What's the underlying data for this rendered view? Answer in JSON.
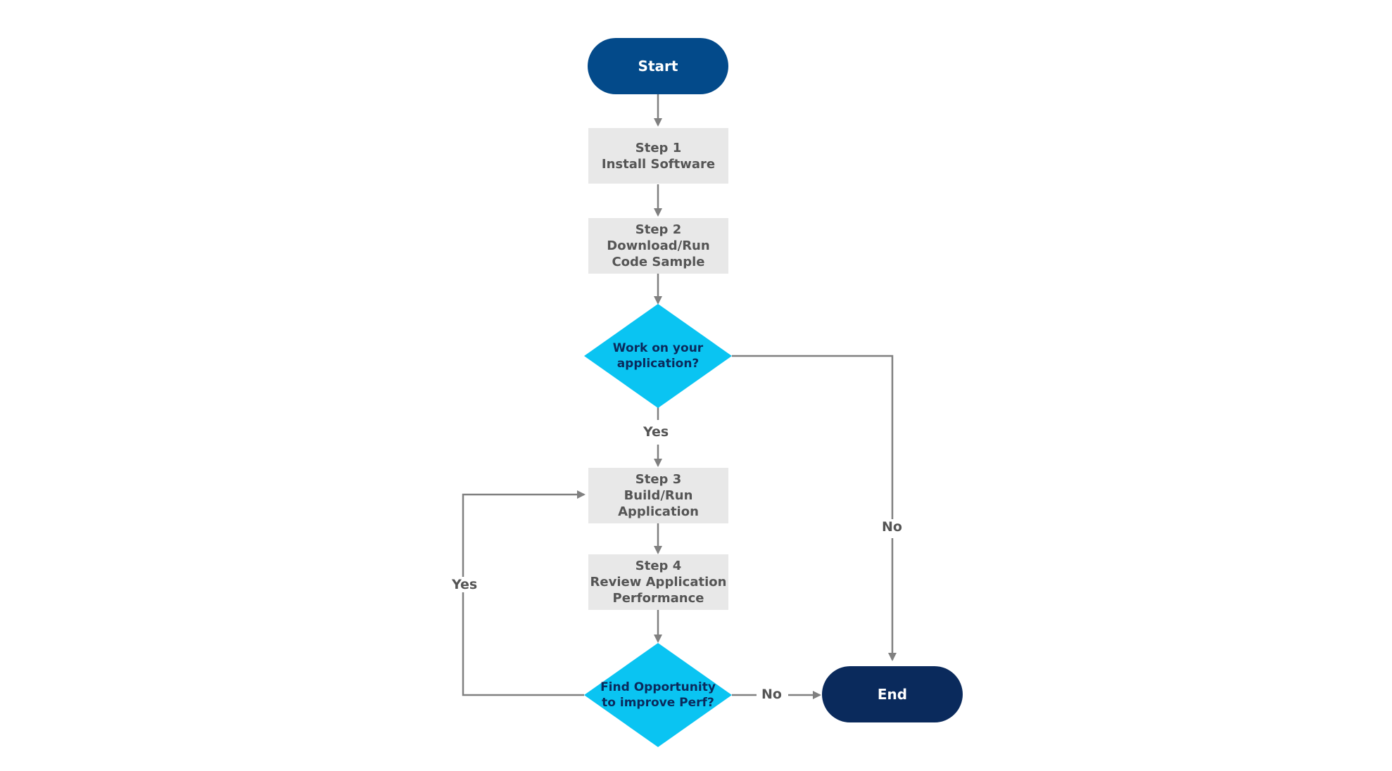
{
  "nodes": {
    "start": {
      "label": "Start"
    },
    "step1": {
      "lines": [
        "Step 1",
        "Install Software"
      ]
    },
    "step2": {
      "lines": [
        "Step 2",
        "Download/Run",
        "Code Sample"
      ]
    },
    "decision1": {
      "lines": [
        "Work on your",
        "application?"
      ]
    },
    "step3": {
      "lines": [
        "Step 3",
        "Build/Run",
        "Application"
      ]
    },
    "step4": {
      "lines": [
        "Step 4",
        "Review Application",
        "Performance"
      ]
    },
    "decision2": {
      "lines": [
        "Find Opportunity",
        "to improve Perf?"
      ]
    },
    "end": {
      "label": "End"
    }
  },
  "edges": {
    "decision1_yes": "Yes",
    "decision1_no": "No",
    "decision2_yes": "Yes",
    "decision2_no": "No"
  },
  "colors": {
    "start_fill": "#034a8a",
    "end_fill": "#0a2a5c",
    "process_fill": "#e8e8e8",
    "decision_fill": "#0ac4f2",
    "connector": "#808080",
    "process_text": "#555555",
    "decision_text": "#0a2a5c"
  }
}
